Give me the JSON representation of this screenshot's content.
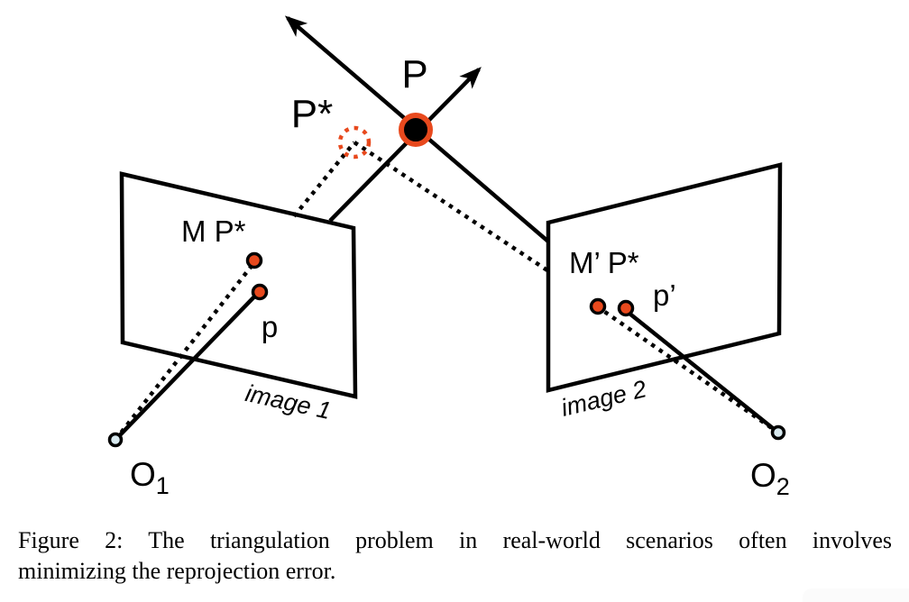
{
  "figure": {
    "caption": {
      "line1": "Figure 2:  The triangulation problem in real-world scenarios often involves",
      "line2": "minimizing the reprojection error."
    }
  },
  "diagram": {
    "point_labels": {
      "P": "P",
      "P_star": "P*",
      "M_P_star": "M P*",
      "p": "p",
      "M_prime_P_star": "M’ P*",
      "p_prime": "p’"
    },
    "plane_labels": {
      "image1": "image 1",
      "image2": "image 2"
    },
    "camera_labels": {
      "O1_main": "O",
      "O1_sub": "1",
      "O2_main": "O",
      "O2_sub": "2"
    },
    "colors": {
      "accent_orange": "#E8491D",
      "camera_fill": "#D8E9EF",
      "line": "#000000",
      "plane_fill": "#FFFFFF"
    }
  }
}
